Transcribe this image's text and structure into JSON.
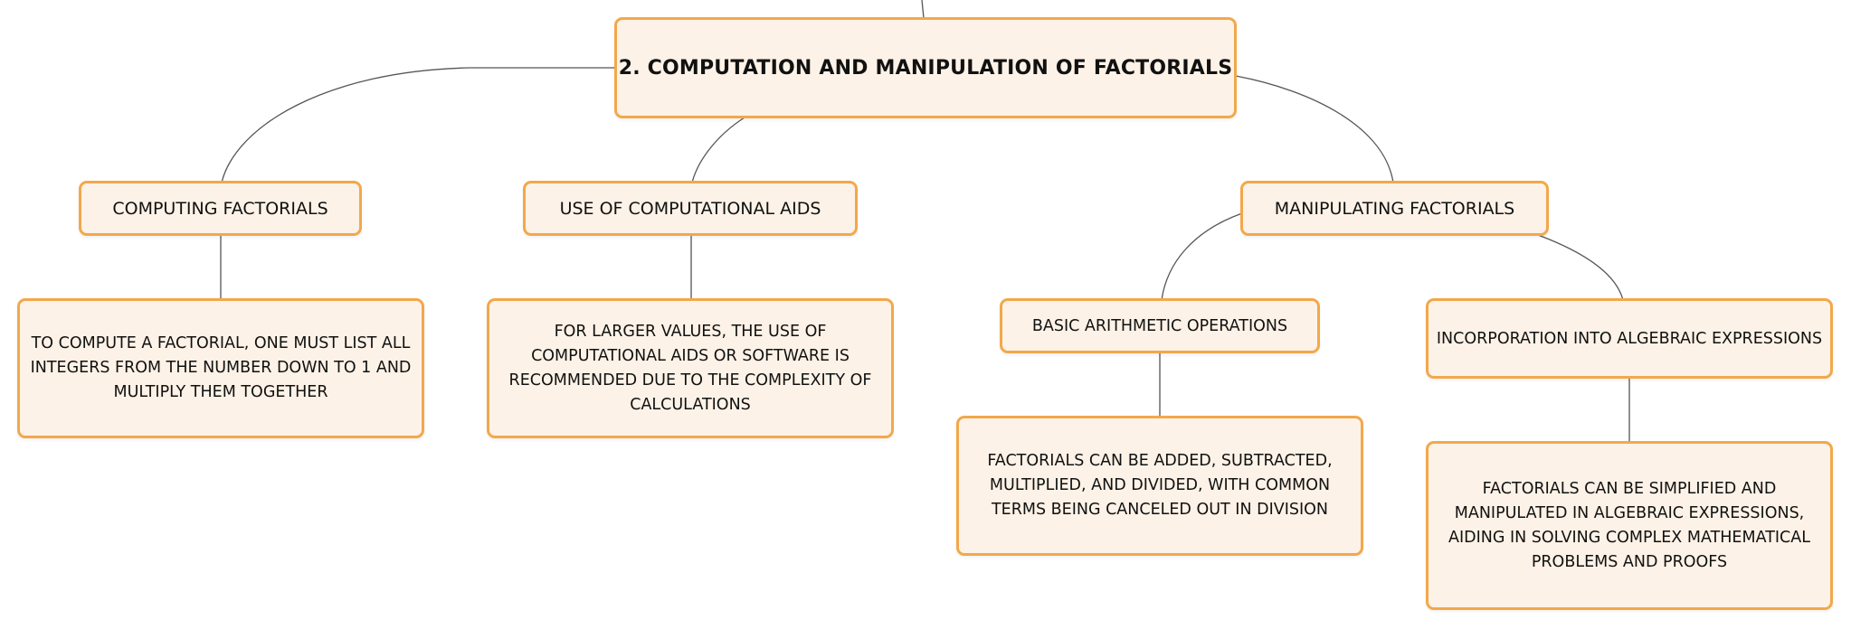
{
  "mindmap": {
    "root": {
      "label": "2. COMPUTATION AND MANIPULATION OF FACTORIALS"
    },
    "branches": {
      "computing": {
        "label": "COMPUTING FACTORIALS",
        "detail": "TO COMPUTE A FACTORIAL, ONE MUST LIST ALL INTEGERS FROM THE NUMBER DOWN TO 1 AND MULTIPLY THEM TOGETHER"
      },
      "aids": {
        "label": "USE OF COMPUTATIONAL AIDS",
        "detail": "FOR LARGER VALUES, THE USE OF COMPUTATIONAL AIDS OR SOFTWARE IS RECOMMENDED DUE TO THE COMPLEXITY OF CALCULATIONS"
      },
      "manipulating": {
        "label": "MANIPULATING FACTORIALS",
        "arithmetic": {
          "label": "BASIC ARITHMETIC OPERATIONS",
          "detail": "FACTORIALS CAN BE ADDED, SUBTRACTED, MULTIPLIED, AND DIVIDED, WITH COMMON TERMS BEING CANCELED OUT IN DIVISION"
        },
        "algebraic": {
          "label": "INCORPORATION INTO ALGEBRAIC EXPRESSIONS",
          "detail": "FACTORIALS CAN BE SIMPLIFIED AND MANIPULATED IN ALGEBRAIC EXPRESSIONS, AIDING IN SOLVING COMPLEX MATHEMATICAL PROBLEMS AND PROOFS"
        }
      }
    },
    "colors": {
      "node_fill": "#fdf2e7",
      "node_border": "#f2a84b",
      "connector": "#555555",
      "text": "#111111"
    }
  }
}
